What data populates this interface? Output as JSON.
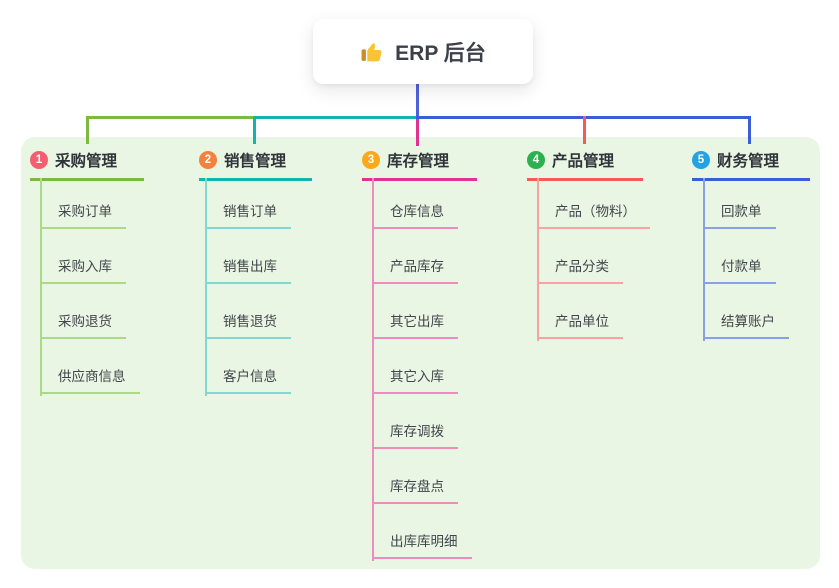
{
  "root": {
    "title": "ERP 后台",
    "icon": "thumbs-up-icon"
  },
  "colors": {
    "canvas_bg": "#ffffff",
    "panel_bg": "#e8f6e3",
    "root_connector": "#4d63da",
    "thumb_yellow": "#f8c430",
    "thumb_cuff": "#c98f2a"
  },
  "branches": [
    {
      "num": "1",
      "title": "采购管理",
      "color": "#7cb93e",
      "light": "#abd985",
      "badge": "#f65d70",
      "items": [
        "采购订单",
        "采购入库",
        "采购退货",
        "供应商信息"
      ]
    },
    {
      "num": "2",
      "title": "销售管理",
      "color": "#10b5ab",
      "light": "#82d8d0",
      "badge": "#f5813e",
      "items": [
        "销售订单",
        "销售出库",
        "销售退货",
        "客户信息"
      ]
    },
    {
      "num": "3",
      "title": "库存管理",
      "color": "#de3390",
      "light": "#ef8cbd",
      "badge": "#fba91c",
      "items": [
        "仓库信息",
        "产品库存",
        "其它出库",
        "其它入库",
        "库存调拨",
        "库存盘点",
        "出库库明细"
      ]
    },
    {
      "num": "4",
      "title": "产品管理",
      "color": "#f4595c",
      "light": "#f9a2a4",
      "badge": "#2db150",
      "items": [
        "产品（物料）",
        "产品分类",
        "产品单位"
      ]
    },
    {
      "num": "5",
      "title": "财务管理",
      "color": "#3b5ed8",
      "light": "#8aa0e4",
      "badge": "#23a3e1",
      "items": [
        "回款单",
        "付款单",
        "结算账户"
      ]
    }
  ]
}
